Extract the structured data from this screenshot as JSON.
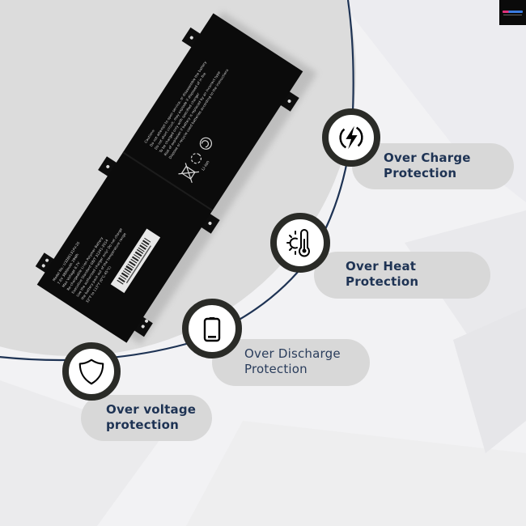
{
  "colors": {
    "background": "#f2f2f4",
    "disc": "#dcdcdc",
    "arc_line": "#1e3354",
    "icon_ring": "#2a2b27",
    "pill": "#d8d8d8",
    "text": "#1e3354"
  },
  "logo": {
    "name": "brand-logo"
  },
  "battery": {
    "caution_title": "Cautions:",
    "caution_lines": [
      "Do not attempt to open service, or disassemble the battery",
      "Do not short circuit, may explode if disposed of in fire",
      "To be charged only with specified charger",
      "Risk of explosion if battery is replaced by an incorrect type",
      "Dispose or recycle used batteries according to the instructions"
    ],
    "chem_label": "Li-ion",
    "spec_lines": [
      "Model No.: U3285131PV-2S",
      "7.6V 3800mAh 29Wh",
      "Max Voltage 8.7V",
      "Re-chargeable Li-ion Polymer Battery",
      "Executive Standard GB/T 31241-2014",
      "Use the authorized charger only! Do not charge",
      "the battery pack out of the temperature range",
      "32°F to 113°F (0°C-45°C)"
    ]
  },
  "features": [
    {
      "id": "over-charge",
      "icon": "lightning-bolt-icon",
      "line1": "Over Charge",
      "line2": "Protection"
    },
    {
      "id": "over-heat",
      "icon": "thermometer-sun-icon",
      "line1": "Over Heat",
      "line2": "Protection"
    },
    {
      "id": "over-discharge",
      "icon": "low-battery-icon",
      "line1": "Over Discharge",
      "line2": "Protection"
    },
    {
      "id": "over-voltage",
      "icon": "shield-icon",
      "line1": "Over voltage",
      "line2": "protection"
    }
  ]
}
